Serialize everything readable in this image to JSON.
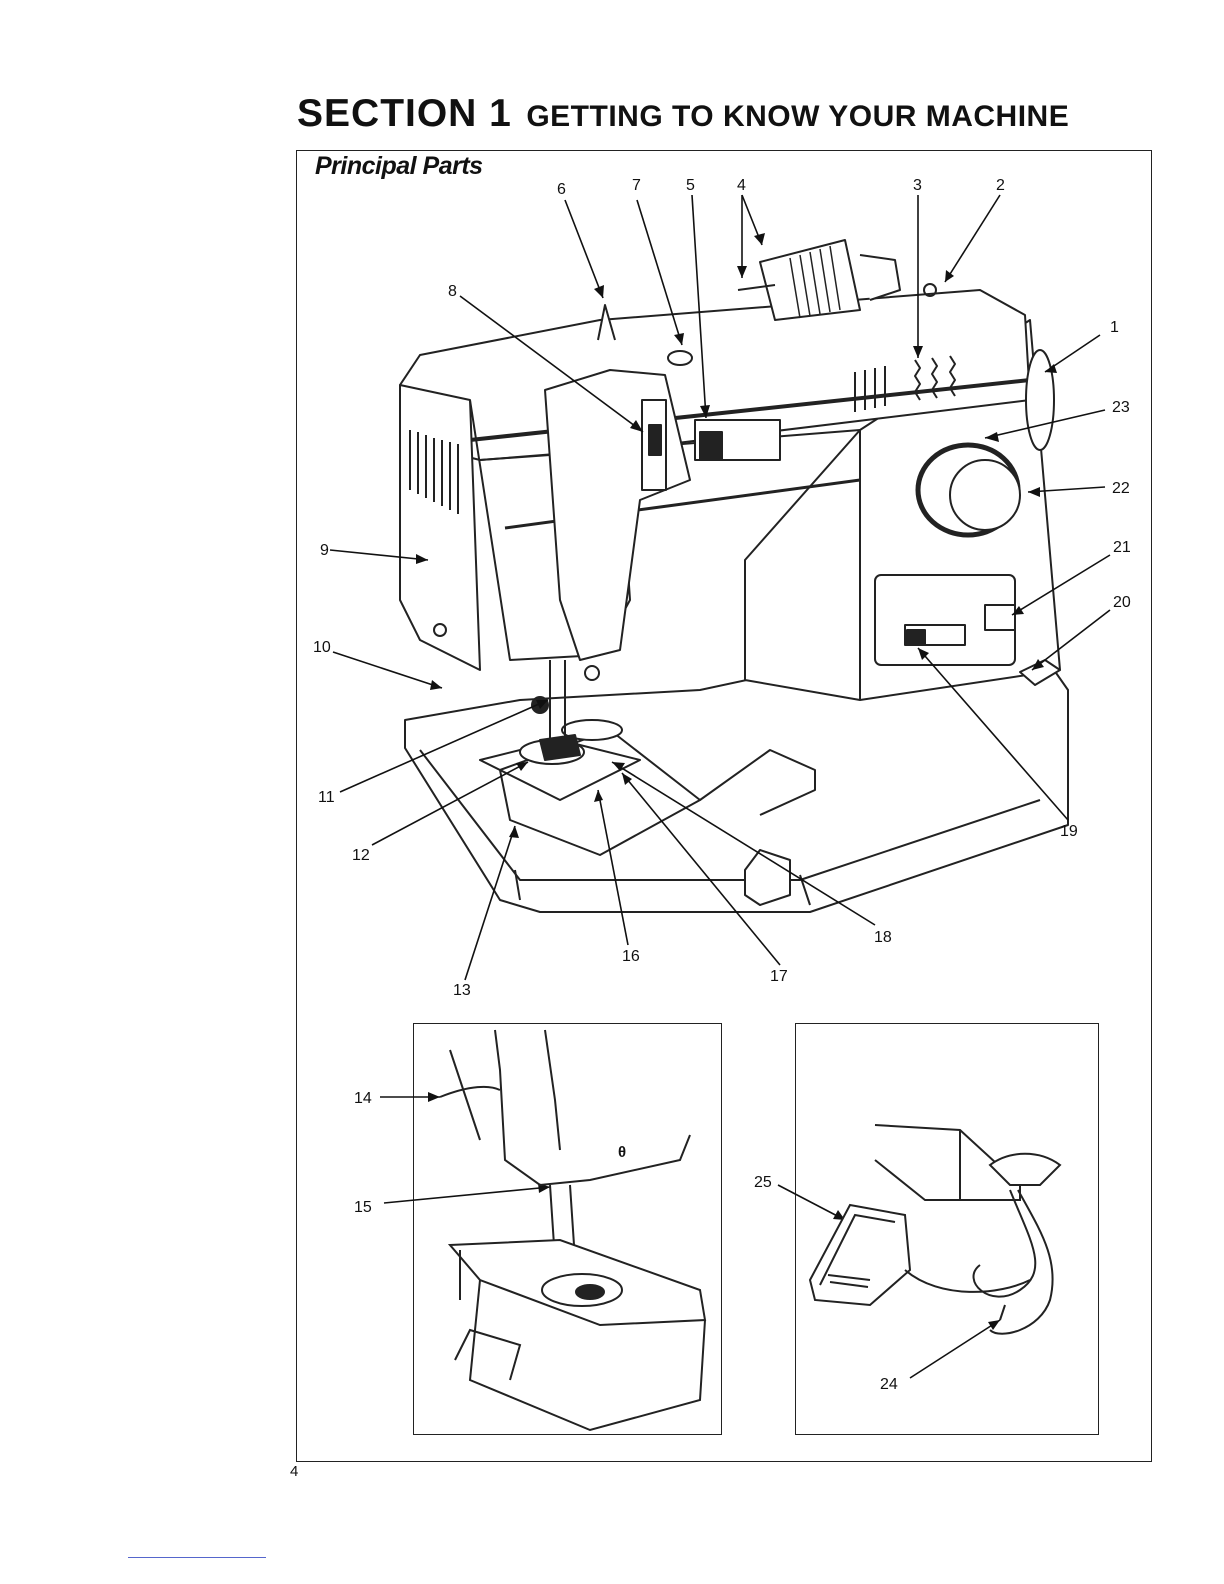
{
  "header": {
    "section": "SECTION 1",
    "heading": "GETTING TO KNOW YOUR MACHINE"
  },
  "panel": {
    "subtitle": "Principal Parts"
  },
  "callouts": [
    "1",
    "2",
    "3",
    "4",
    "5",
    "6",
    "7",
    "8",
    "9",
    "10",
    "11",
    "12",
    "13",
    "14",
    "15",
    "16",
    "17",
    "18",
    "19",
    "20",
    "21",
    "22",
    "23",
    "24",
    "25"
  ],
  "footer": {
    "page_number": "4"
  }
}
